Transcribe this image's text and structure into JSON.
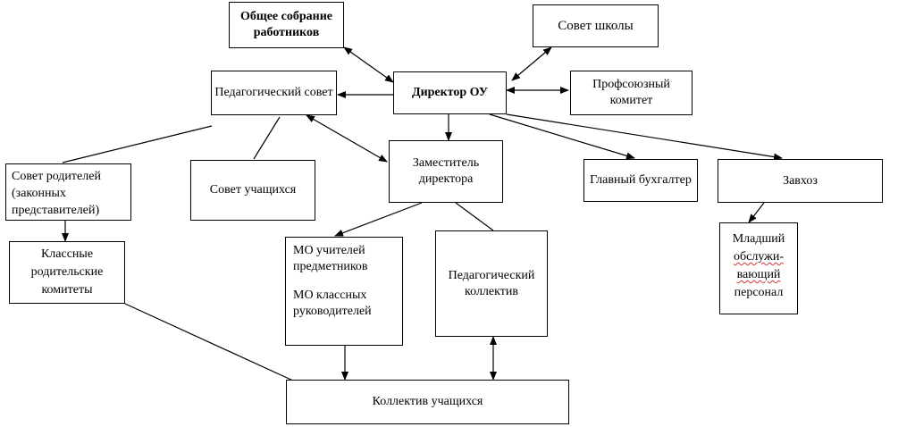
{
  "nodes": {
    "general_meeting": "Общее собрание работников",
    "school_council": "Совет школы",
    "ped_council": "Педагогический совет",
    "director": "Директор ОУ",
    "trade_union": "Профсоюзный комитет",
    "parents_council": "Совет родителей (законных представителей)",
    "students_council": "Совет учащихся",
    "deputy_director": "Заместитель директора",
    "chief_accountant": "Главный бухгалтер",
    "caretaker": "Завхоз",
    "class_parent_committees": "Классные родительские комитеты",
    "mo_subject_teachers": "МО учителей предметников",
    "mo_class_teachers": "МО классных руководителей",
    "ped_collective": "Педагогический коллектив",
    "junior_staff": {
      "line1": "Младший",
      "line2": "обслужи-",
      "line3": "вающий",
      "line4": "персонал"
    },
    "students_collective": "Коллектив учащихся"
  }
}
